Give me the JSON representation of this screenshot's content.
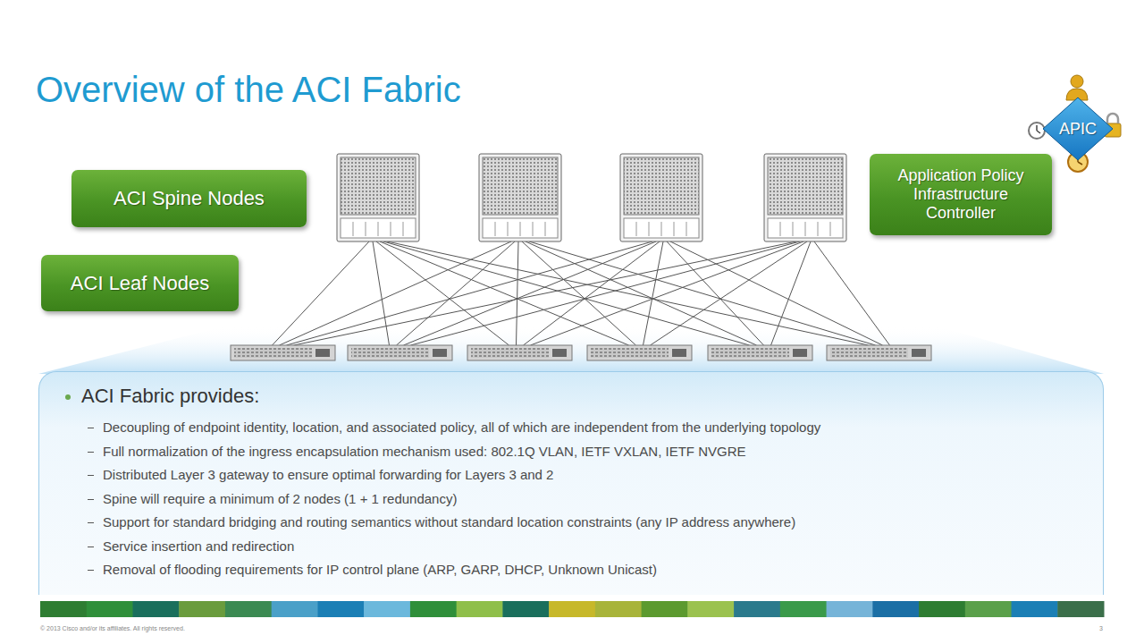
{
  "diagram": {
    "title": "Overview of the ACI Fabric",
    "nodes": [
      {
        "text": [
          "APIC"
        ]
      },
      {
        "text": [
          "ACI Spine Nodes"
        ]
      },
      {
        "text": [
          "Application Policy Infrastructure Controller"
        ]
      },
      {
        "text": [
          "ACI Leaf Nodes"
        ]
      },
      {
        "text": [
          "ACI Fabric provides:",
          "Decoupling of endpoint identity, location, and associated policy, all of which are independent from the underlying topology",
          "Full normalization of the ingress encapsulation mechanism used: 802.1Q VLAN, IETF VXLAN, IETF NVGRE",
          "Distributed Layer 3 gateway to ensure optimal forwarding for Layers 3 and 2",
          "Spine will require a minimum of 2 nodes (1 + 1 redundancy)",
          "Support for standard bridging and routing semantics without standard location constraints (any IP address anywhere)",
          "Service insertion and redirection",
          "Removal of flooding requirements for IP control plane (ARP, GARP, DHCP, Unknown Unicast)"
        ]
      }
    ],
    "labels": [
      "© 2013 Cisco and/or its affiliates. All rights reserved.",
      "3"
    ]
  }
}
